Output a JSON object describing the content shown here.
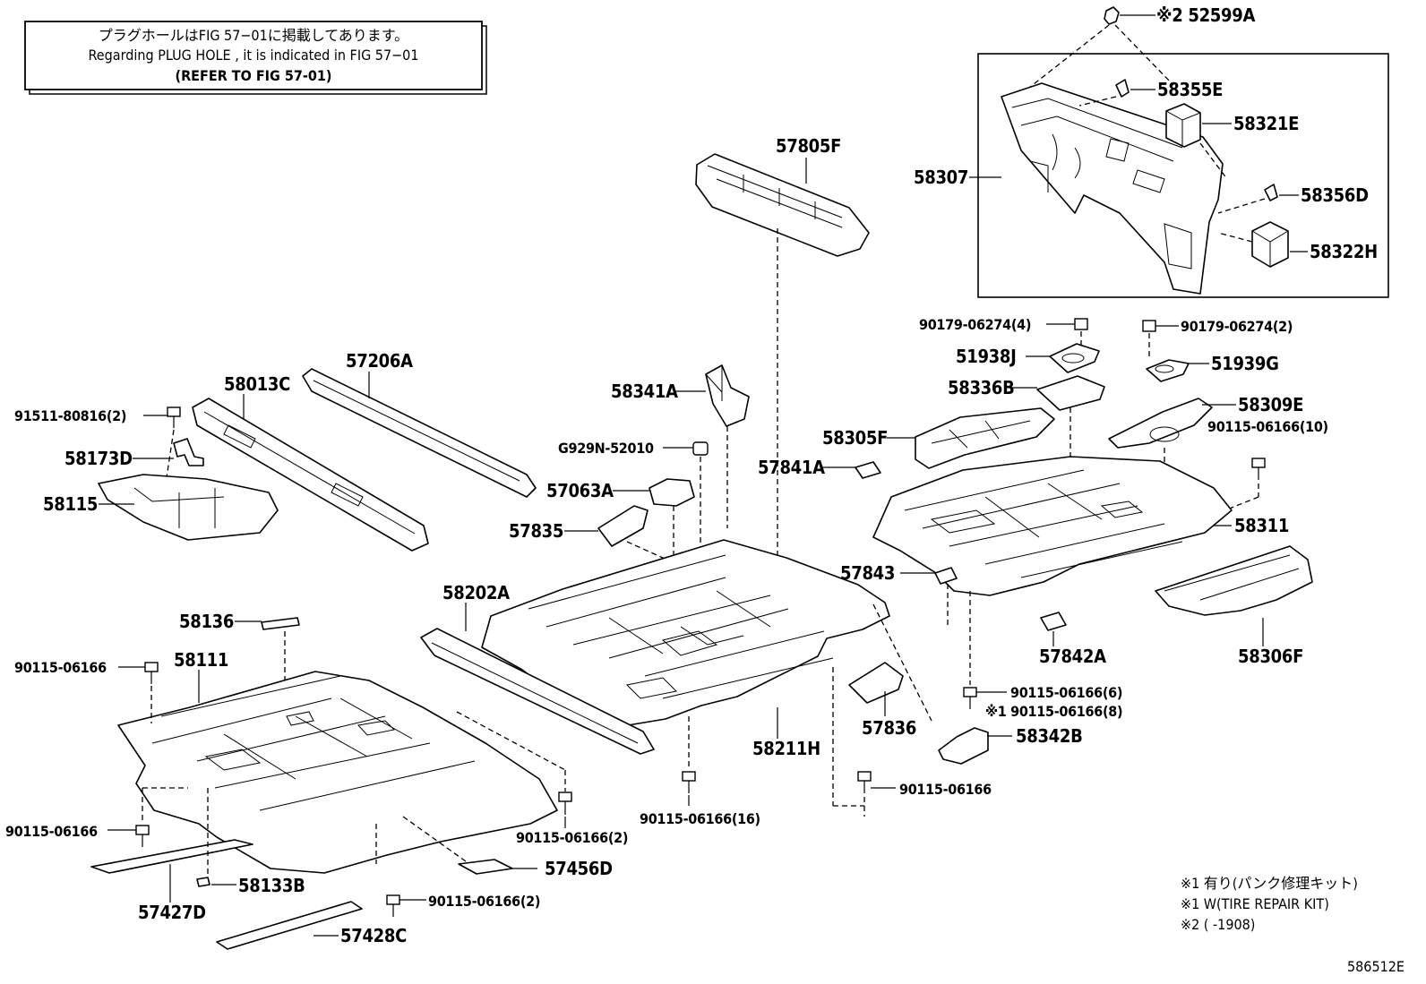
{
  "notice": {
    "line1": "プラグホールはFIG 57−01に掲載してあります。",
    "line2": "Regarding PLUG HOLE , it is indicated in FIG 57−01",
    "line3": "(REFER TO FIG 57-01)"
  },
  "labels": {
    "p52599a": "※2 52599A",
    "p58355e": "58355E",
    "p58321e": "58321E",
    "p58307": "58307",
    "p58356d": "58356D",
    "p58322h": "58322H",
    "p57805f": "57805F",
    "p57206a": "57206A",
    "p58013c": "58013C",
    "p91511": "91511-80816(2)",
    "p58173d": "58173D",
    "p58115": "58115",
    "p58341a": "58341A",
    "pg929n": "G929N-52010",
    "p57063a": "57063A",
    "p57835": "57835",
    "p90179a": "90179-06274(4)",
    "p90179b": "90179-06274(2)",
    "p51938j": "51938J",
    "p51939g": "51939G",
    "p58336b": "58336B",
    "p58309e": "58309E",
    "p90115_10": "90115-06166(10)",
    "p58305f": "58305F",
    "p57841a": "57841A",
    "p58311": "58311",
    "p57843": "57843",
    "p58202a": "58202A",
    "p58136": "58136",
    "p58111": "58111",
    "p90115_l1": "90115-06166",
    "p57842a": "57842A",
    "p58306f": "58306F",
    "p90115_6": "90115-06166(6)",
    "p90115_8": "※1 90115-06166(8)",
    "p57836": "57836",
    "p58342b": "58342B",
    "p58211h": "58211H",
    "p90115_16": "90115-06166(16)",
    "p90115_c": "90115-06166",
    "p90115_l2": "90115-06166",
    "p90115_2a": "90115-06166(2)",
    "p57456d": "57456D",
    "p58133b": "58133B",
    "p57427d": "57427D",
    "p90115_2b": "90115-06166(2)",
    "p57428c": "57428C"
  },
  "footnotes": {
    "f1": "※1 有り(パンク修理キット)",
    "f2": "※1 W(TIRE REPAIR KIT)",
    "f3": "※2 (       -1908)"
  },
  "figure_code": "586512E"
}
